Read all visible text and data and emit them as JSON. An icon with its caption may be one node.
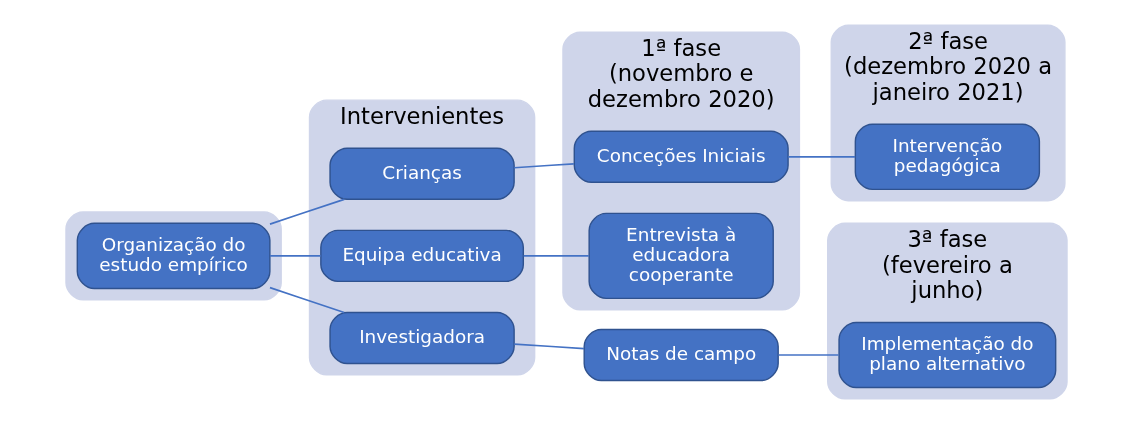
{
  "diagram": {
    "nodes": [
      {
        "text": [],
        "shape": "box"
      },
      {
        "text": [
          "Organização do estudo empírico"
        ],
        "in": 0
      },
      {
        "text": [
          "Intervenientes"
        ]
      },
      {
        "text": [
          "Crianças"
        ],
        "in": 2
      },
      {
        "text": [
          "Equipa educativa"
        ],
        "in": 2
      },
      {
        "text": [
          "Investigadora"
        ],
        "in": 2
      },
      {
        "text": [
          "1ª fase",
          "(novembro e dezembro 2020)"
        ]
      },
      {
        "text": [
          "Conceções Iniciais"
        ],
        "in": 6
      },
      {
        "text": [
          "Entrevista à educadora cooperante"
        ],
        "in": 6
      },
      {
        "text": [
          "2ª fase",
          "(dezembro 2020 a janeiro 2021)"
        ]
      },
      {
        "text": [
          "Intervenção pedagógica"
        ],
        "in": 9
      },
      {
        "text": [
          "Notas de campo"
        ]
      },
      {
        "text": [
          "3ª fase",
          "(fevereiro a junho)"
        ]
      },
      {
        "text": [
          "Implementação do plano alternativo"
        ],
        "in": 12
      }
    ],
    "edges": [
      {
        "from": 1,
        "to": 3,
        "arrow": "none"
      },
      {
        "from": 1,
        "to": 4,
        "arrow": "none"
      },
      {
        "from": 1,
        "to": 5,
        "arrow": "none"
      },
      {
        "from": 3,
        "to": 7,
        "arrow": "none"
      },
      {
        "from": 7,
        "to": 10,
        "arrow": "none"
      },
      {
        "from": 4,
        "to": 8,
        "arrow": "none"
      },
      {
        "from": 5,
        "to": 11,
        "arrow": "none"
      },
      {
        "from": 11,
        "to": 13,
        "arrow": "none"
      }
    ]
  }
}
